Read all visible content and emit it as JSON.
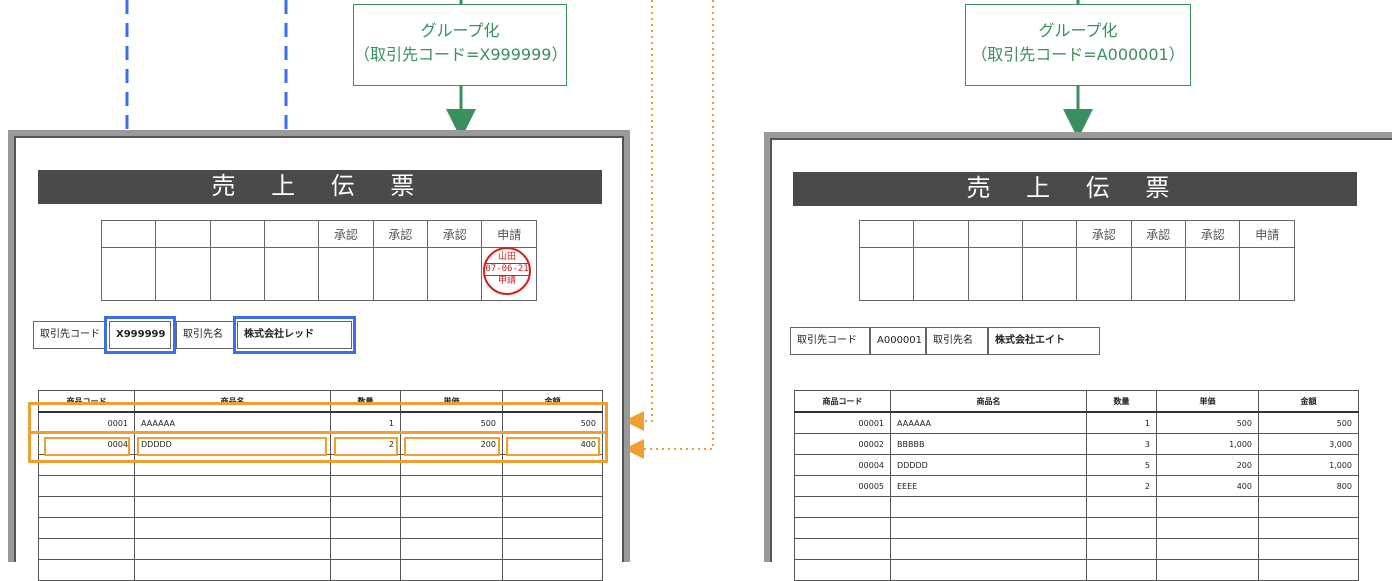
{
  "groups": [
    {
      "title": "グループ化",
      "sub": "（取引先コード=X999999）"
    },
    {
      "title": "グループ化",
      "sub": "（取引先コード=A000001）"
    }
  ],
  "slips": [
    {
      "title": "売 上 伝 票",
      "approvals": [
        "承認",
        "承認",
        "承認",
        "申請"
      ],
      "stamp": {
        "name": "山田",
        "date": "07-06-21",
        "label": "申請"
      },
      "client_code_label": "取引先コード",
      "client_code": "X999999",
      "client_name_label": "取引先名",
      "client_name": "株式会社レッド",
      "columns": [
        "商品コード",
        "商品名",
        "数量",
        "単価",
        "金額"
      ],
      "rows": [
        [
          "0001",
          "AAAAAA",
          "1",
          "500",
          "500"
        ],
        [
          "0004",
          "DDDDD",
          "2",
          "200",
          "400"
        ]
      ]
    },
    {
      "title": "売 上 伝 票",
      "approvals": [
        "承認",
        "承認",
        "承認",
        "申請"
      ],
      "client_code_label": "取引先コード",
      "client_code": "A000001",
      "client_name_label": "取引先名",
      "client_name": "株式会社エイト",
      "columns": [
        "商品コード",
        "商品名",
        "数量",
        "単価",
        "金額"
      ],
      "rows": [
        [
          "00001",
          "AAAAAA",
          "1",
          "500",
          "500"
        ],
        [
          "00002",
          "BBBBB",
          "3",
          "1,000",
          "3,000"
        ],
        [
          "00004",
          "DDDDD",
          "5",
          "200",
          "1,000"
        ],
        [
          "00005",
          "EEEE",
          "2",
          "400",
          "800"
        ]
      ]
    }
  ],
  "colors": {
    "green": "#3a8f5f",
    "blue": "#3a6fe8",
    "orange": "#f0a030",
    "stamp": "#d42020"
  }
}
